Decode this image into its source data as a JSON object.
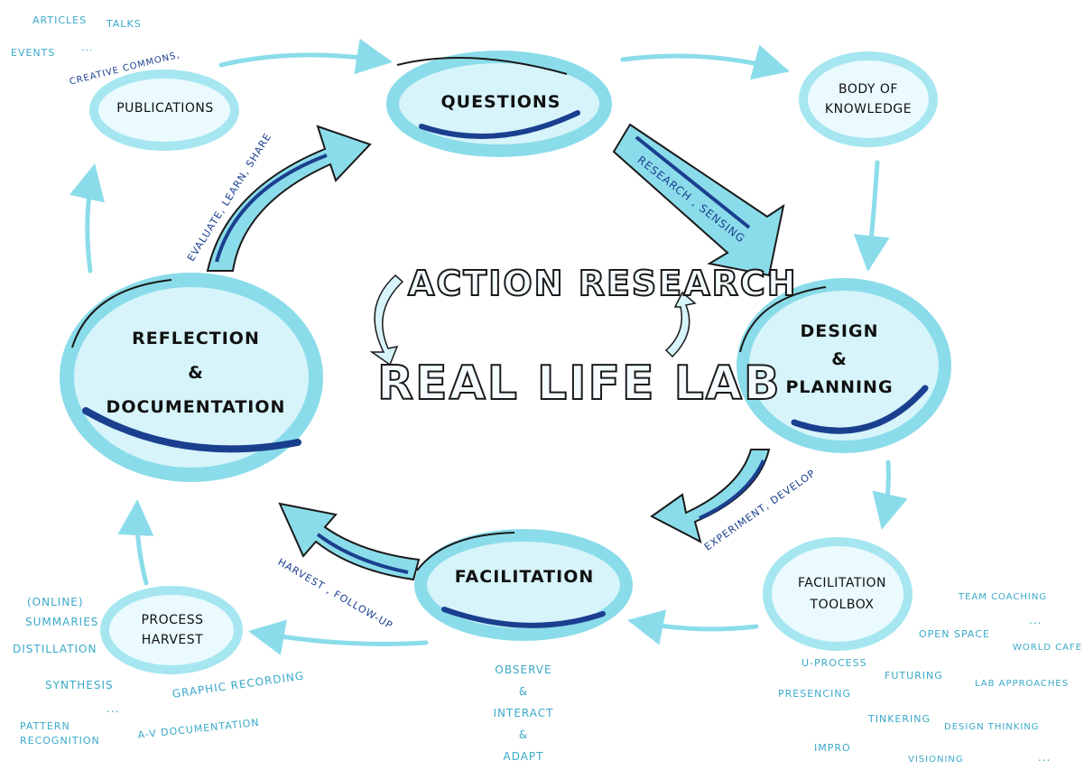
{
  "title": {
    "line1": "ACTION RESEARCH",
    "line2": "REAL LIFE LAB"
  },
  "nodes": {
    "questions": "QUESTIONS",
    "design": [
      "DESIGN",
      "&",
      "PLANNING"
    ],
    "facilitation": "FACILITATION",
    "reflection": [
      "REFLECTION",
      "&",
      "DOCUMENTATION"
    ],
    "publications": "PUBLICATIONS",
    "body_of_knowledge": [
      "BODY OF",
      "KNOWLEDGE"
    ],
    "facilitation_toolbox": [
      "FACILITATION",
      "TOOLBOX"
    ],
    "process_harvest": [
      "PROCESS",
      "HARVEST"
    ]
  },
  "arrow_labels": {
    "research": "RESEARCH , SENSING",
    "experiment": "EXPERIMENT, DEVELOP",
    "harvest": "HARVEST , FOLLOW-UP",
    "evaluate": "EVALUATE, LEARN, SHARE"
  },
  "notes": {
    "publications": [
      "ARTICLES",
      "TALKS",
      "EVENTS",
      "...",
      "CREATIVE COMMONS,"
    ],
    "harvest": [
      "(ONLINE)",
      "SUMMARIES",
      "DISTILLATION",
      "SYNTHESIS",
      "...",
      "GRAPHIC RECORDING",
      "PATTERN",
      "RECOGNITION",
      "A-V DOCUMENTATION"
    ],
    "facilitation": [
      "OBSERVE",
      "&",
      "INTERACT",
      "&",
      "ADAPT"
    ],
    "toolbox": [
      "TEAM COACHING",
      "...",
      "OPEN SPACE",
      "WORLD CAFE",
      "U-PROCESS",
      "FUTURING",
      "LAB APPROACHES",
      "PRESENCING",
      "TINKERING",
      "DESIGN THINKING",
      "IMPRO",
      "VISIONING",
      "..."
    ]
  },
  "colors": {
    "light": "#8bdcea",
    "dark": "#1b3f8f",
    "ink": "#1a1a1a",
    "note": "#39a9c9"
  }
}
